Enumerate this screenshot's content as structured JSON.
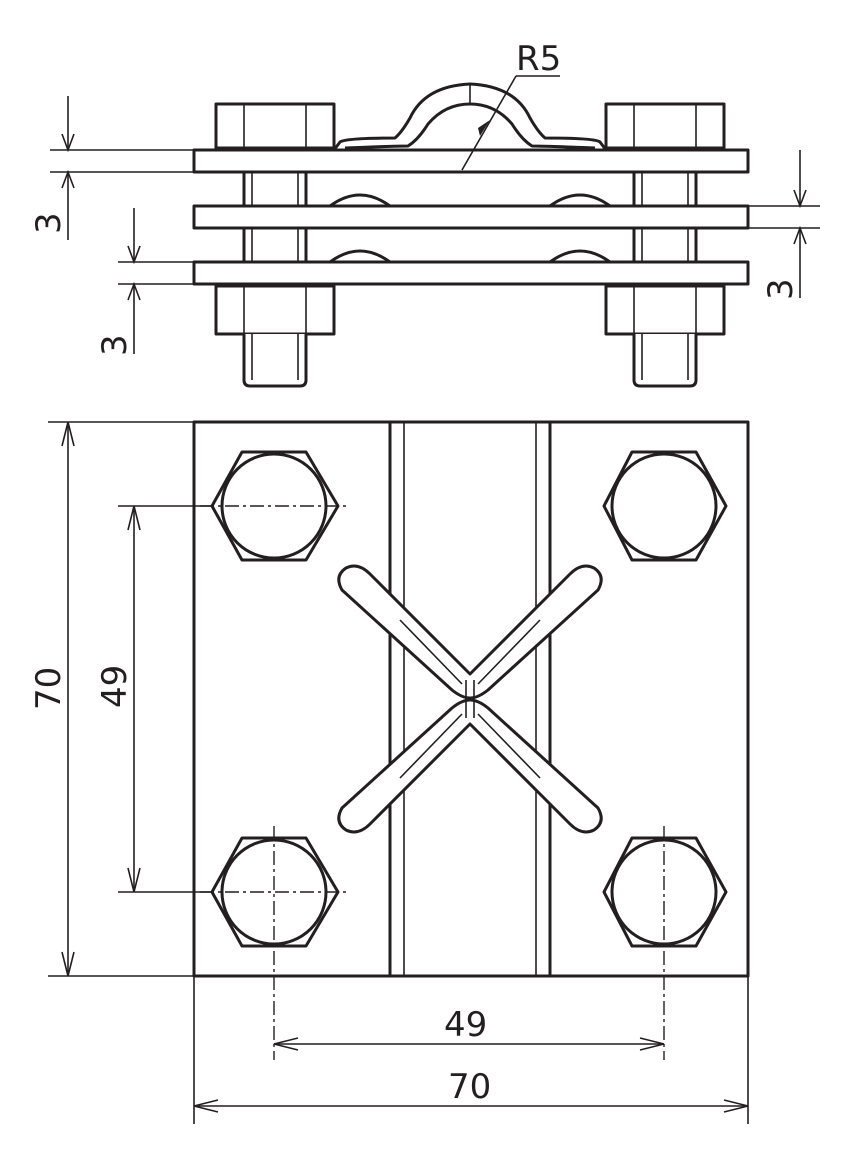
{
  "dimensions": {
    "radius_label": "R5",
    "plate_thickness_top": "3",
    "plate_thickness_middle": "3",
    "plate_thickness_bottom": "3",
    "bolt_spacing_vertical": "49",
    "overall_height": "70",
    "bolt_spacing_horizontal": "49",
    "overall_width": "70"
  }
}
